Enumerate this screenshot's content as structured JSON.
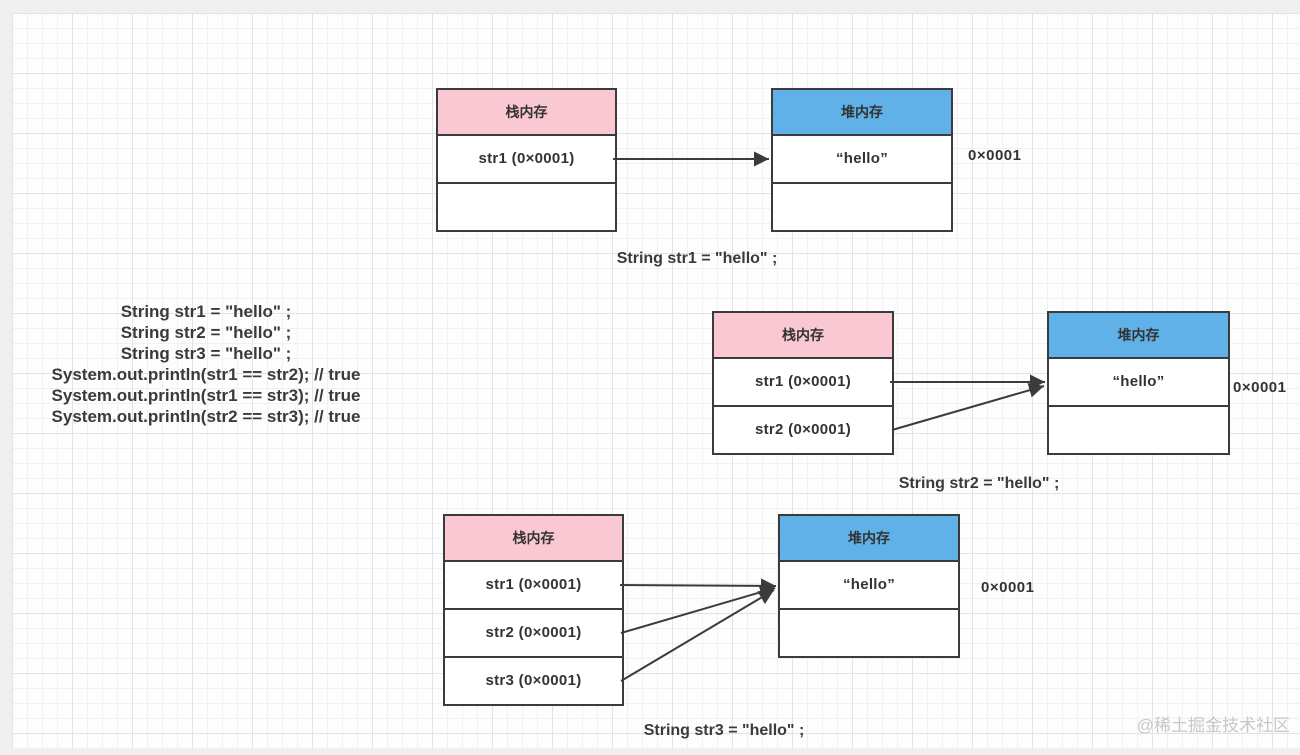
{
  "diagrams": [
    {
      "stack": {
        "title": "栈内存",
        "rows": [
          "str1 (0×0001)"
        ]
      },
      "heap": {
        "title": "堆内存",
        "rows": [
          "“hello”"
        ]
      },
      "address_label": "0×0001",
      "caption": "String str1 = \"hello\" ;"
    },
    {
      "stack": {
        "title": "栈内存",
        "rows": [
          "str1 (0×0001)",
          "str2 (0×0001)"
        ]
      },
      "heap": {
        "title": "堆内存",
        "rows": [
          "“hello”"
        ]
      },
      "address_label": "0×0001",
      "caption": "String str2 = \"hello\" ;"
    },
    {
      "stack": {
        "title": "栈内存",
        "rows": [
          "str1 (0×0001)",
          "str2 (0×0001)",
          "str3 (0×0001)"
        ]
      },
      "heap": {
        "title": "堆内存",
        "rows": [
          "“hello”"
        ]
      },
      "address_label": "0×0001",
      "caption": "String str3 = \"hello\" ;"
    }
  ],
  "code_block": {
    "lines": [
      "String str1 = \"hello\" ;",
      "String str2 = \"hello\" ;",
      "String str3 = \"hello\" ;",
      "System.out.println(str1 == str2); // true",
      "System.out.println(str1 == str3); // true",
      "System.out.println(str2 == str3); // true"
    ]
  },
  "watermark": "@稀土掘金技术社区",
  "colors": {
    "stack_header_bg": "#f9c8d2",
    "heap_header_bg": "#5fb1e8",
    "box_border": "#3b3b3b",
    "arrow": "#3b3b3b",
    "text": "#3a3a3a",
    "watermark_text": "#c7c7cb",
    "canvas_bg": "#fdfdfe",
    "page_bg": "#efeff0"
  }
}
